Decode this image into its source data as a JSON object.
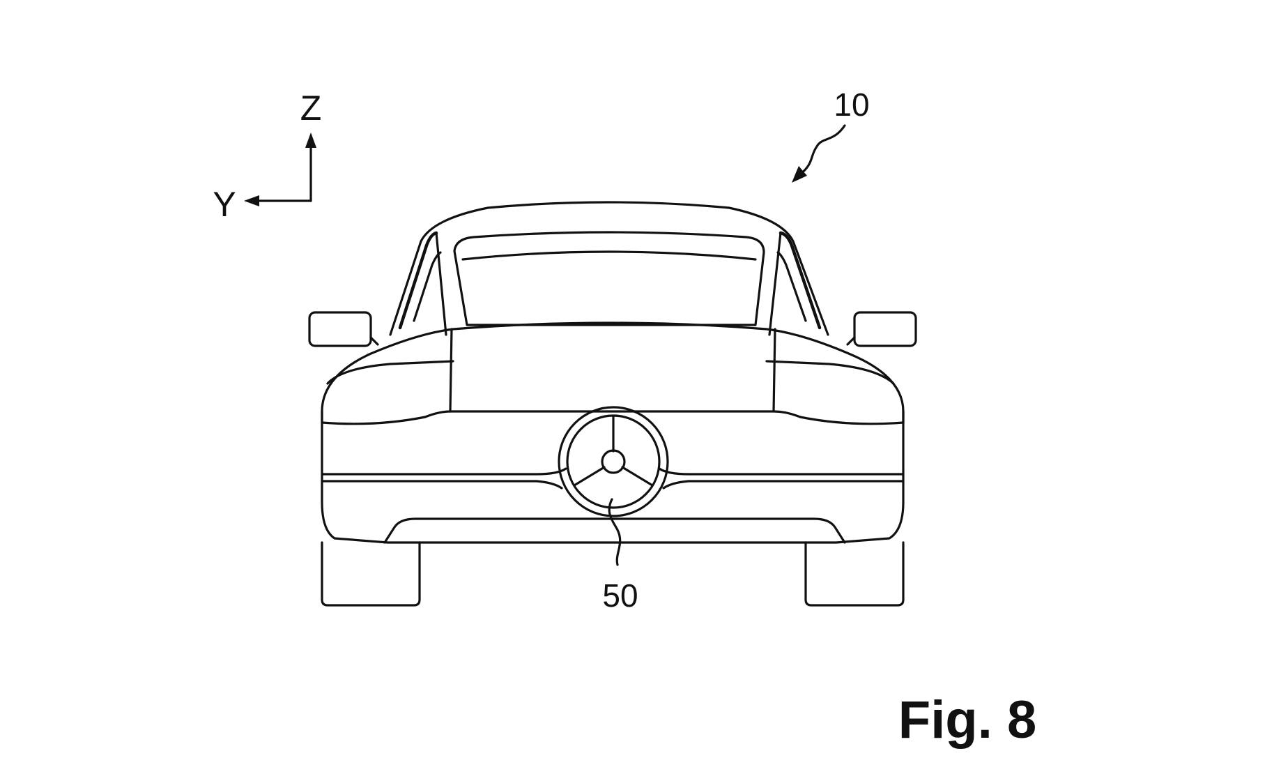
{
  "axes": {
    "vertical": "Z",
    "horizontal": "Y"
  },
  "reference_numerals": {
    "vehicle": "10",
    "wheel_element": "50"
  },
  "figure_label": "Fig. 8",
  "colors": {
    "line": "#111111",
    "background": "#ffffff"
  }
}
